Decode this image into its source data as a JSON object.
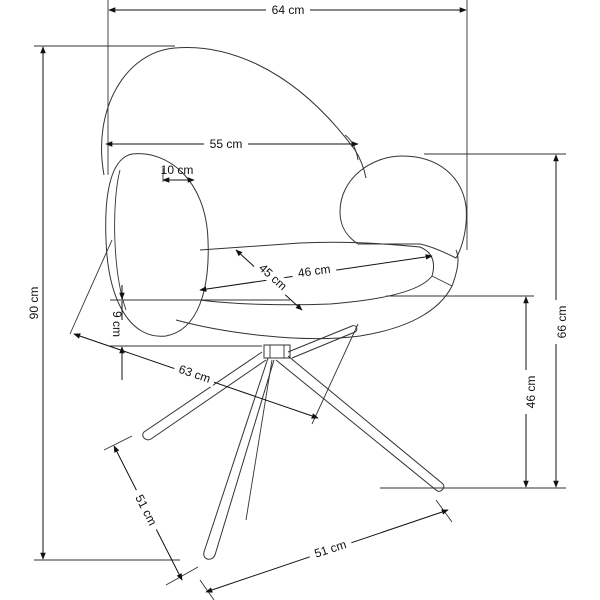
{
  "diagram": {
    "title": "",
    "dimensions": {
      "overall_width": "64 cm",
      "backrest_width": "55 cm",
      "armrest_thickness": "10 cm",
      "seat_width": "46 cm",
      "seat_depth": "45 cm",
      "overall_height": "90 cm",
      "armrest_height": "66 cm",
      "seat_height": "46 cm",
      "seat_thickness": "9 cm",
      "diagonal_depth": "63 cm",
      "base_depth": "51 cm",
      "base_width": "51 cm"
    },
    "colors": {
      "line": "#333333",
      "dimension": "#111111",
      "background": "#ffffff"
    }
  }
}
